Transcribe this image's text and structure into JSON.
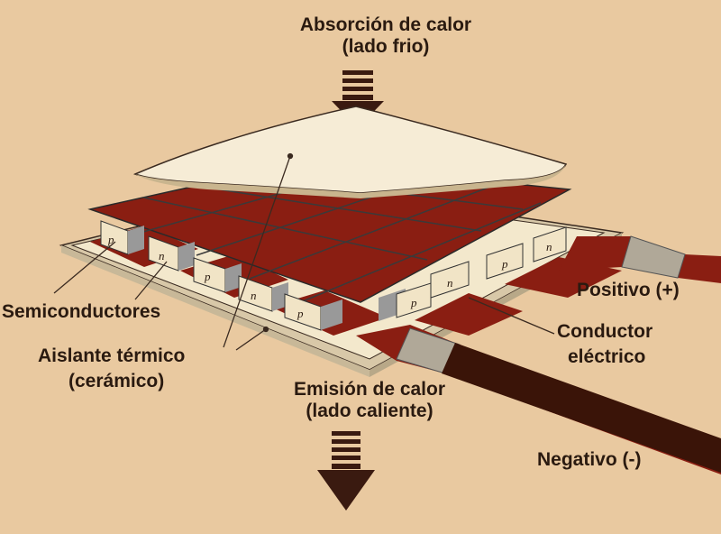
{
  "title": {
    "line1": "Absorción de calor",
    "line2": "(lado frio)"
  },
  "bottom_title": {
    "line1": "Emisión de calor",
    "line2": "(lado caliente)"
  },
  "labels": {
    "semiconductors": "Semiconductores",
    "insulator_line1": "Aislante térmico",
    "insulator_line2": "(cerámico)",
    "positive": "Positivo (+)",
    "conductor_line1": "Conductor",
    "conductor_line2": "eléctrico",
    "negative": "Negativo (-)"
  },
  "semiconductor_types_left": [
    "p",
    "n",
    "p",
    "n",
    "p"
  ],
  "semiconductor_types_right": [
    "p",
    "n",
    "p",
    "n"
  ],
  "colors": {
    "background": "#e9c9a0",
    "conductor": "#8a1e12",
    "ceramic": "#f3e8cc",
    "wire_negative": "#3a1408"
  }
}
